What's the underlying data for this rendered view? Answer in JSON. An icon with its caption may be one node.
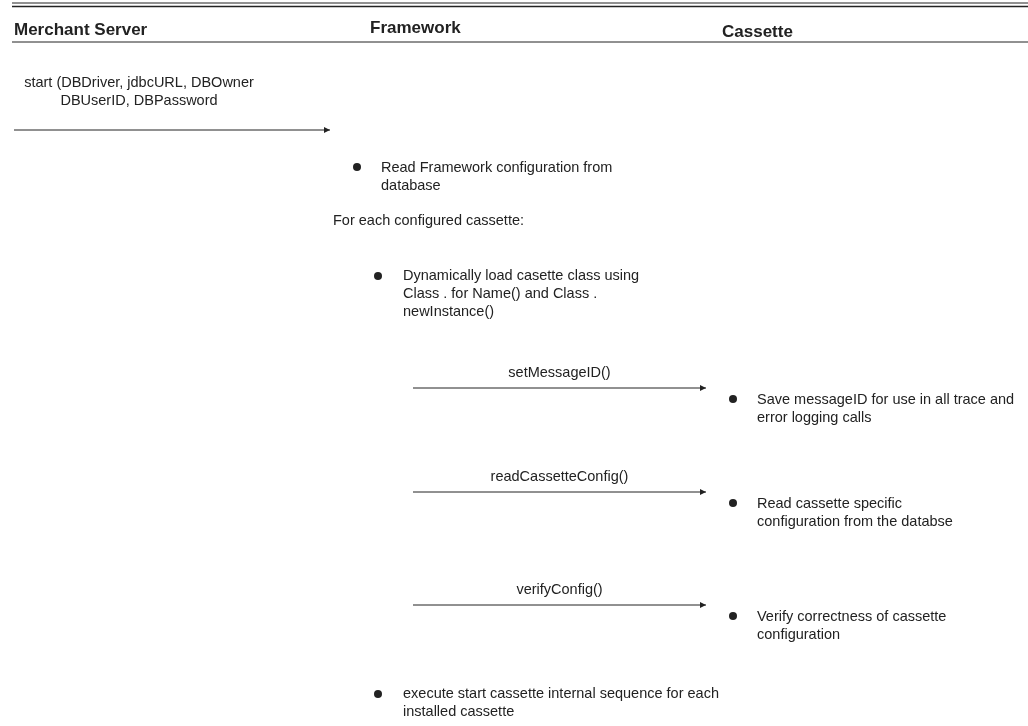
{
  "diagram": {
    "nodes": [
      {
        "text": [
          "Read Framework configuration from database"
        ]
      },
      {
        "text": [
          "Save messageID for use in all trace and error logging calls"
        ]
      },
      {
        "text": [
          "Read cassette specific configuration from the databse"
        ]
      },
      {
        "text": [
          "Verify correctness of cassette configuration"
        ]
      }
    ],
    "edges": [
      {
        "from": null,
        "to": 0,
        "arrow": "to",
        "label": "start (DBDriver, jdbcURL, DBOwner DBUserID, DBPassword"
      },
      {
        "from": null,
        "to": 1,
        "arrow": "to",
        "label": "setMessageID()"
      },
      {
        "from": null,
        "to": 2,
        "arrow": "to",
        "label": "readCassetteConfig()"
      },
      {
        "from": null,
        "to": 3,
        "arrow": "to",
        "label": "verifyConfig()"
      }
    ],
    "labels": [
      "Merchant Server",
      "Framework",
      "Cassette",
      "For each configured cassette:",
      "Dynamically load casette class using Class . for Name() and Class . newInstance()",
      "execute start cassette internal sequence for each installed cassette"
    ]
  }
}
